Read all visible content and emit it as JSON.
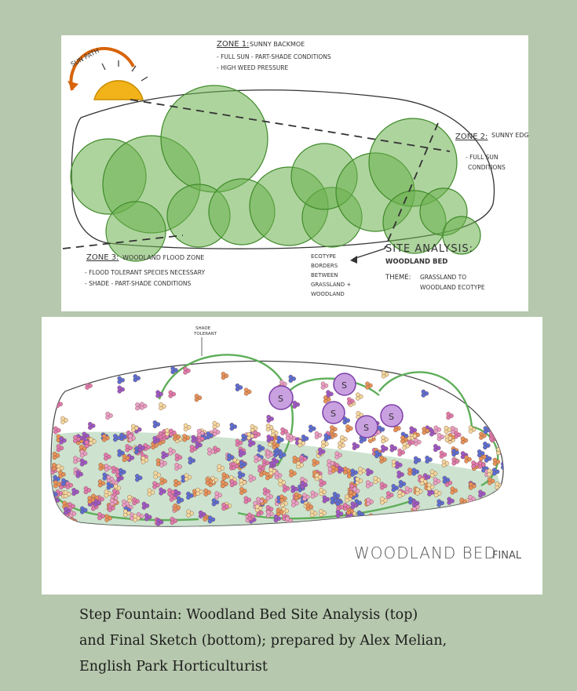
{
  "site_analysis": {
    "sun_path": "SUN PATH",
    "zone1_title": "ZONE 1:",
    "zone1_name": "SUNNY BACKMOE",
    "zone1_notes": [
      "- FULL SUN - PART-SHADE CONDITIONS",
      "- HIGH WEED PRESSURE"
    ],
    "zone2_title": "ZONE 2:",
    "zone2_name": "SUNNY EDGE",
    "zone2_notes": [
      "- FULL SUN",
      "CONDITIONS"
    ],
    "zone3_title": "ZONE 3:",
    "zone3_name": "WOODLAND FLOOD ZONE",
    "zone3_notes": [
      "- FLOOD TOLERANT SPECIES NECESSARY",
      "- SHADE - PART-SHADE CONDITIONS"
    ],
    "ecotype_notes": [
      "ECOTYPE",
      "BORDERS",
      "BETWEEN",
      "GRASSLAND +",
      "WOODLAND"
    ],
    "heading": "SITE ANALYSIS:",
    "subheading": "WOODLAND BED",
    "theme_label": "THEME:",
    "theme_text": [
      "GRASSLAND TO",
      "WOODLAND ECOTYPE"
    ]
  },
  "final_sketch": {
    "top_note": [
      "SHADE",
      "TOLERANT"
    ],
    "shrub_label": "S",
    "title": "WOODLAND BED:",
    "title_suffix": "FINAL"
  },
  "caption": {
    "lines": [
      "Step Fountain: Woodland Bed Site Analysis (top)",
      "and Final Sketch (bottom); prepared by Alex Melian,",
      "English Park Horticulturist"
    ]
  },
  "colors": {
    "background": "#b6c8ad",
    "tree_green": "#6cb04e",
    "tree_dark": "#3f8a2a",
    "sun": "#f2b31a",
    "purple": "#9b59c8",
    "pink": "#e07ab0",
    "orange": "#e6935a",
    "blue": "#5a6fd6"
  }
}
